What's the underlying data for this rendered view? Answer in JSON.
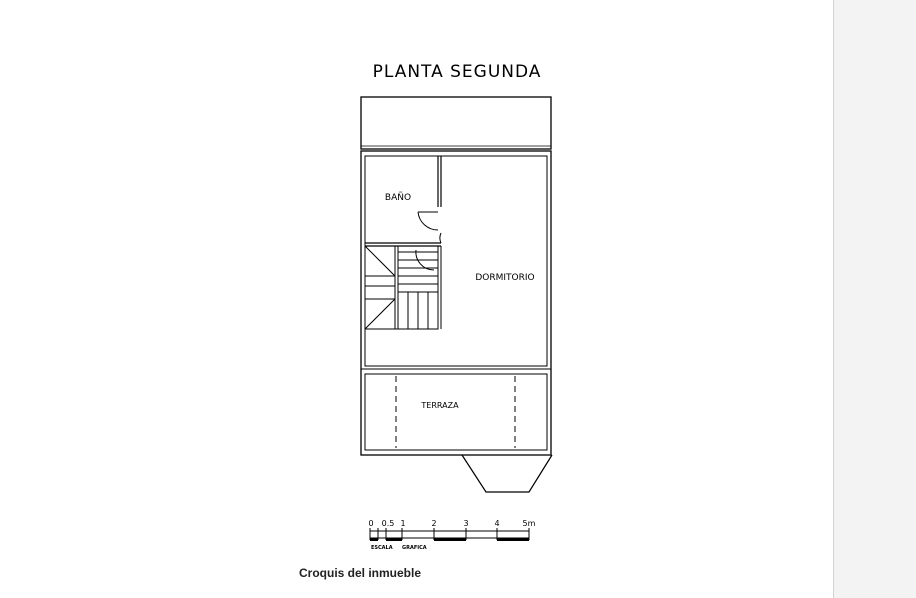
{
  "plan": {
    "title": "PLANTA SEGUNDA",
    "rooms": {
      "bath": "BAÑO",
      "bedroom": "DORMITORIO",
      "terrace": "TERRAZA"
    }
  },
  "scale_bar": {
    "ticks": [
      "0",
      "0.5",
      "1",
      "2",
      "3",
      "4",
      "5m"
    ],
    "label_left": "ESCALA",
    "label_right": "GRAFICA"
  },
  "caption": "Croquis del inmueble",
  "colors": {
    "line": "#000000",
    "sidebar": "#f3f3f3"
  }
}
